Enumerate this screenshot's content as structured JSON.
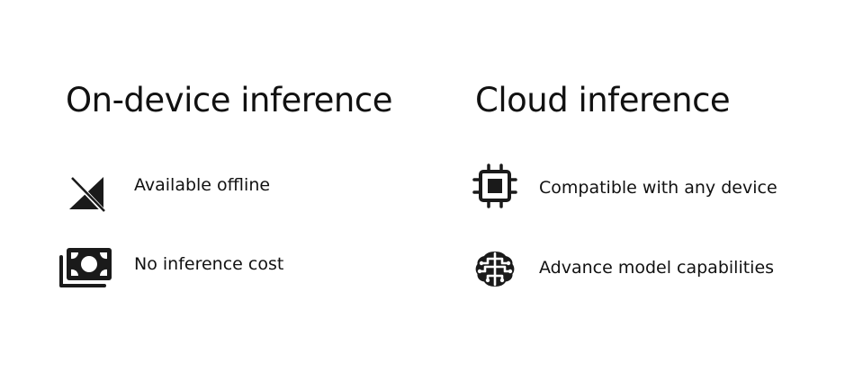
{
  "on_device": {
    "title": "On-device inference",
    "features": [
      {
        "icon": "signal-off-icon",
        "label": "Available offline"
      },
      {
        "icon": "money-stack-icon",
        "label": "No inference cost"
      }
    ]
  },
  "cloud": {
    "title": "Cloud inference",
    "features": [
      {
        "icon": "chip-icon",
        "label": "Compatible with any device"
      },
      {
        "icon": "brain-circuit-icon",
        "label": "Advance model capabilities"
      }
    ]
  },
  "colors": {
    "text": "#111111",
    "icon": "#1a1a1a",
    "background": "#ffffff"
  }
}
